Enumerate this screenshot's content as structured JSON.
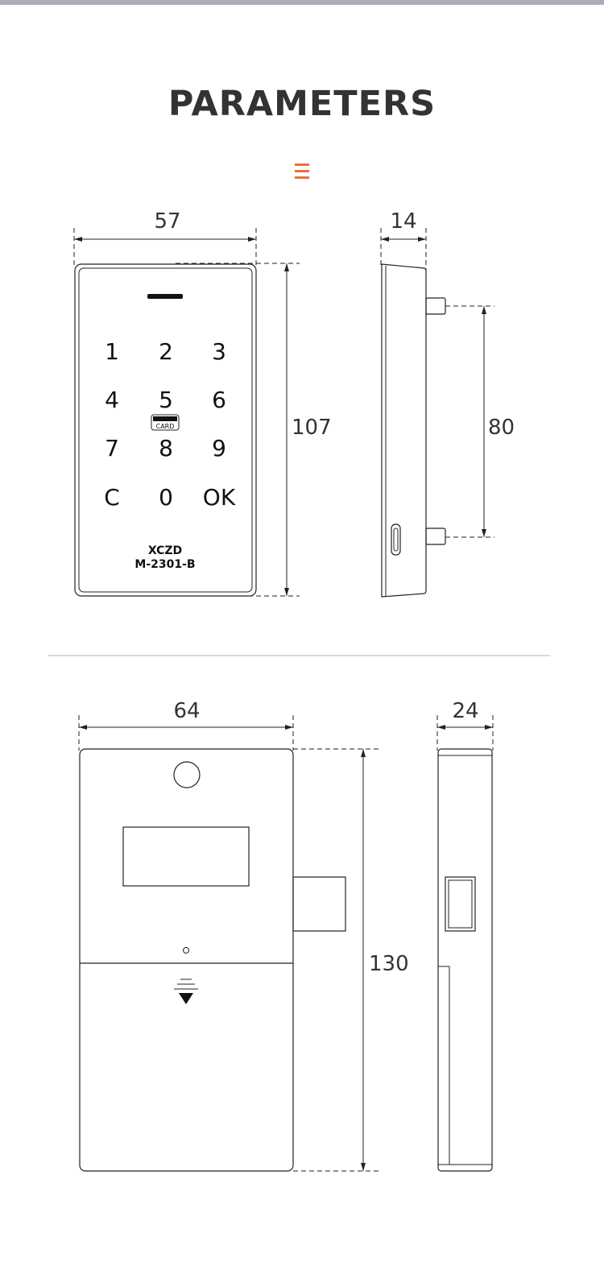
{
  "header": {
    "title": "PARAMETERS"
  },
  "panel_dimensions": {
    "width": "57",
    "depth": "14",
    "height": "107",
    "hole_spacing": "80"
  },
  "keypad": {
    "keys": [
      "1",
      "2",
      "3",
      "4",
      "5",
      "6",
      "7",
      "8",
      "9",
      "C",
      "0",
      "OK"
    ],
    "card_label": "CARD",
    "brand": "XCZD",
    "model": "M-2301-B"
  },
  "body_dimensions": {
    "width": "64",
    "depth": "24",
    "height": "130"
  },
  "colors": {
    "accent": "#e4713a",
    "line": "#222222",
    "text": "#333333",
    "divider": "#cccccc"
  }
}
